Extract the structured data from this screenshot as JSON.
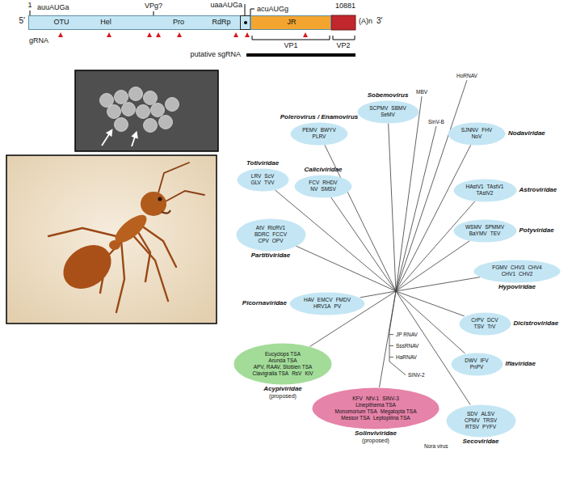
{
  "diagram": {
    "nodes": [
      {
        "text": [
          "OTU",
          "Hel",
          "Pro",
          "RdRp"
        ]
      },
      {
        "text": [
          "JR"
        ]
      },
      {
        "text": [
          "Sobemovirus",
          "SCPMV",
          "SBMV",
          "SeMV"
        ]
      },
      {
        "text": [
          "Polerovirus / Enamovirus",
          "PEMV",
          "BWYV",
          "PLRV"
        ]
      },
      {
        "text": [
          "Nodaviridae",
          "SJNNV",
          "FHV",
          "NoV"
        ]
      },
      {
        "text": [
          "Astroviridae",
          "HAstV1",
          "TAstV1",
          "TAstV2"
        ]
      },
      {
        "text": [
          "Potyviridae",
          "WSMV",
          "SPMMV",
          "BaYMV",
          "TEV"
        ]
      },
      {
        "text": [
          "Hypoviridae",
          "FGMV",
          "CHV3",
          "CHV4",
          "CHV1",
          "CHV2"
        ]
      },
      {
        "text": [
          "Dicistroviridae",
          "CrPV",
          "DCV",
          "TSV",
          "TrV"
        ]
      },
      {
        "text": [
          "Iflaviridae",
          "DWV",
          "IFV",
          "PnPV"
        ]
      },
      {
        "text": [
          "Secoviridae",
          "SDV",
          "ALSV",
          "CPMV",
          "TRSV",
          "RTSV",
          "PYFV"
        ]
      },
      {
        "text": [
          "Solinviviridae",
          "(proposed)",
          "KFV",
          "NfV-1",
          "SINV-3",
          "Linepithema TSA",
          "Monomorium TSA",
          "Megalopta TSA",
          "Messor TSA",
          "Leptopilina TSA"
        ]
      },
      {
        "text": [
          "Acypiviridae",
          "(proposed)",
          "Eucyclops TSA",
          "Arunda TSA",
          "APV, RAAV, Stobien TSA",
          "Clavigralla TSA",
          "RsV",
          "KiV"
        ]
      },
      {
        "text": [
          "Picornaviridae",
          "HAV",
          "EMCV",
          "FMDV",
          "HRV1A",
          "PV"
        ]
      },
      {
        "text": [
          "Partitiviridae",
          "AtV",
          "RlcRV1",
          "BDRC",
          "FCCV",
          "CPV",
          "OPV"
        ]
      },
      {
        "text": [
          "Totiviridae",
          "LRV",
          "ScV",
          "GLV",
          "TVV"
        ]
      },
      {
        "text": [
          "Caliciviridae",
          "FCV",
          "RHDV",
          "NV",
          "SMSV"
        ]
      }
    ],
    "labels": [
      "1",
      "auuAUGa",
      "VPg?",
      "uaaAUGa",
      "acuAUGg",
      "10881",
      "5′",
      "(A)n",
      "3′",
      "gRNA",
      "VP1",
      "VP2",
      "putative sgRNA",
      "HoRNAV",
      "MBV",
      "SinV-B",
      "JP RNAV",
      "SssRNAV",
      "HaRNAV",
      "SINV-2",
      "Nora virus"
    ]
  }
}
